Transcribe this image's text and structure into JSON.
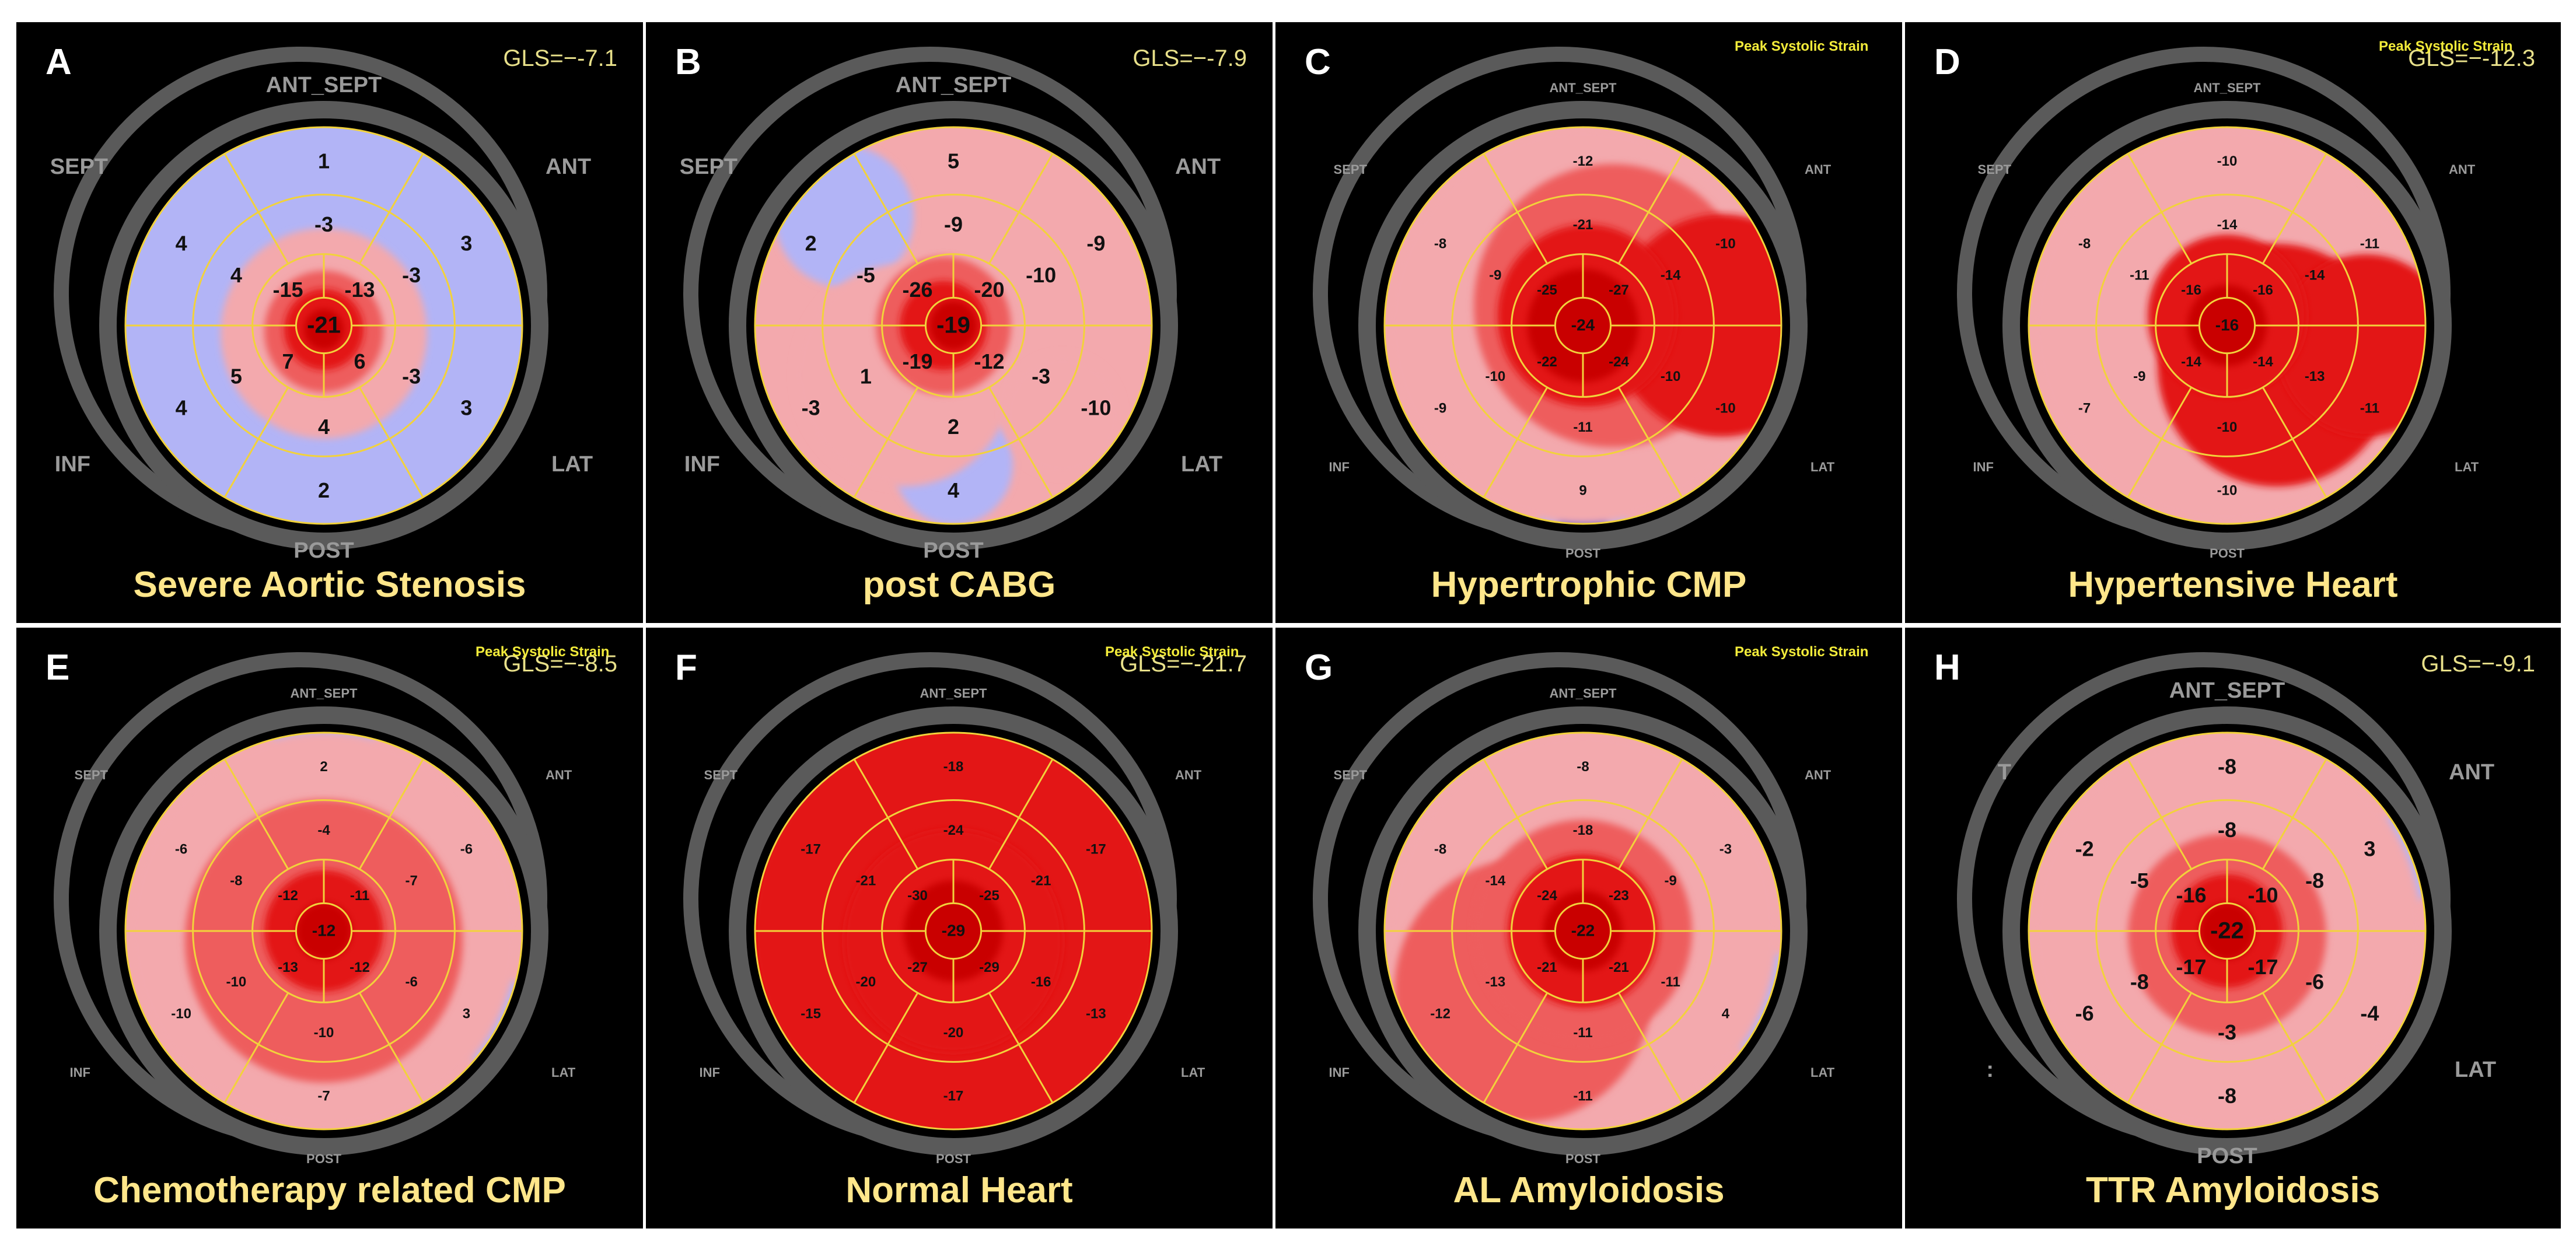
{
  "panels": [
    {
      "letter": "A",
      "gls": "GLS=−-7.1",
      "caption": "Severe Aortic Stenosis",
      "tag": "",
      "labels": {
        "ant_sept": "ANT_SEPT",
        "sept": "SEPT",
        "ant": "ANT",
        "inf": "INF",
        "lat": "LAT",
        "post": "POST"
      },
      "values": [
        "1",
        "3",
        "3",
        "2",
        "4",
        "4",
        "-3",
        "-3",
        "-3",
        "4",
        "5",
        "4",
        "-15",
        "-13",
        "6",
        "7",
        "-21"
      ]
    },
    {
      "letter": "B",
      "gls": "GLS=−-7.9",
      "caption": "post CABG",
      "tag": "",
      "labels": {
        "ant_sept": "ANT_SEPT",
        "sept": "SEPT",
        "ant": "ANT",
        "inf": "INF",
        "lat": "LAT",
        "post": "POST"
      },
      "values": [
        "5",
        "-9",
        "-10",
        "4",
        "-3",
        "2",
        "-9",
        "-10",
        "-3",
        "2",
        "1",
        "-5",
        "-26",
        "-20",
        "-12",
        "-19",
        "-19"
      ]
    },
    {
      "letter": "C",
      "gls": "",
      "caption": "Hypertrophic CMP",
      "tag": "Peak Systolic Strain",
      "labels": {
        "ant_sept": "ANT_SEPT",
        "sept": "SEPT",
        "ant": "ANT",
        "inf": "INF",
        "lat": "LAT",
        "post": "POST"
      },
      "values": [
        "-12",
        "-10",
        "-10",
        "9",
        "-9",
        "-8",
        "-21",
        "-14",
        "-10",
        "-11",
        "-10",
        "-9",
        "-25",
        "-27",
        "-24",
        "-22",
        "-24"
      ]
    },
    {
      "letter": "D",
      "gls": "GLS=−-12.3",
      "caption": "Hypertensive Heart",
      "tag": "Peak Systolic Strain",
      "labels": {
        "ant_sept": "ANT_SEPT",
        "sept": "SEPT",
        "ant": "ANT",
        "inf": "INF",
        "lat": "LAT",
        "post": "POST"
      },
      "values": [
        "-10",
        "-11",
        "-11",
        "-10",
        "-7",
        "-8",
        "-14",
        "-14",
        "-13",
        "-10",
        "-9",
        "-11",
        "-16",
        "-16",
        "-14",
        "-14",
        "-16"
      ]
    },
    {
      "letter": "E",
      "gls": "GLS=−-8.5",
      "caption": "Chemotherapy related CMP",
      "tag": "Peak Systolic Strain",
      "labels": {
        "ant_sept": "ANT_SEPT",
        "sept": "SEPT",
        "ant": "ANT",
        "inf": "INF",
        "lat": "LAT",
        "post": "POST"
      },
      "values": [
        "2",
        "-6",
        "3",
        "-7",
        "-10",
        "-6",
        "-4",
        "-7",
        "-6",
        "-10",
        "-10",
        "-8",
        "-12",
        "-11",
        "-12",
        "-13",
        "-12"
      ]
    },
    {
      "letter": "F",
      "gls": "GLS=−-21.7",
      "caption": "Normal Heart",
      "tag": "Peak Systolic Strain",
      "labels": {
        "ant_sept": "ANT_SEPT",
        "sept": "SEPT",
        "ant": "ANT",
        "inf": "INF",
        "lat": "LAT",
        "post": "POST"
      },
      "values": [
        "-18",
        "-17",
        "-13",
        "-17",
        "-15",
        "-17",
        "-24",
        "-21",
        "-16",
        "-20",
        "-20",
        "-21",
        "-30",
        "-25",
        "-29",
        "-27",
        "-29"
      ]
    },
    {
      "letter": "G",
      "gls": "",
      "caption": "AL Amyloidosis",
      "tag": "Peak Systolic Strain",
      "labels": {
        "ant_sept": "ANT_SEPT",
        "sept": "SEPT",
        "ant": "ANT",
        "inf": "INF",
        "lat": "LAT",
        "post": "POST"
      },
      "values": [
        "-8",
        "-3",
        "4",
        "-11",
        "-12",
        "-8",
        "-18",
        "-9",
        "-11",
        "-11",
        "-13",
        "-14",
        "-24",
        "-23",
        "-21",
        "-21",
        "-22"
      ]
    },
    {
      "letter": "H",
      "gls": "GLS=−-9.1",
      "caption": "TTR Amyloidosis",
      "tag": "",
      "labels": {
        "ant_sept": "ANT_SEPT",
        "sept": "T",
        "ant": "ANT",
        "inf": ":",
        "lat": "LAT",
        "post": "POST"
      },
      "values": [
        "-8",
        "3",
        "-4",
        "-8",
        "-6",
        "-2",
        "-8",
        "-8",
        "-6",
        "-3",
        "-8",
        "-5",
        "-16",
        "-10",
        "-17",
        "-17",
        "-22"
      ]
    }
  ],
  "colors": {
    "positive_strain": "#b2b4f6",
    "strong_positive": "#5c5ce0",
    "mild_negative": "#f3a9ad",
    "moderate_negative": "#ee5d5d",
    "strong_negative": "#e31212",
    "peak_negative": "#c90000",
    "segment_lines": "#f2d23b",
    "outer_ring": "#5a5a5a",
    "caption_text": "#ffe68a"
  }
}
